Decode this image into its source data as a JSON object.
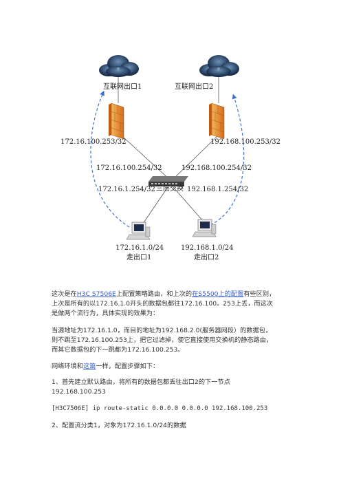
{
  "diagram": {
    "exit1_label": "互联网出口1",
    "exit2_label": "互联网出口2",
    "fw1_ip": "172.16.100.253/32",
    "fw2_ip": "192.168.100.253/32",
    "sw_up_left_ip": "172.16.100.254/32",
    "sw_up_right_ip": "192.168.100.254/32",
    "sw_down_left_ip": "172.16.1.254/32",
    "sw_down_right_ip": "192.168.1.254/32",
    "switch_label": "三层交换",
    "pc1_net": "172.16.1.0/24",
    "pc1_exit": "走出口1",
    "pc2_net": "192.168.1.0/24",
    "pc2_exit": "走出口2"
  },
  "article": {
    "p1_a": "这次是在",
    "p1_link1": "H3C S7506E",
    "p1_b": "上配置策略路由，和上次的",
    "p1_link2": "在S5500上的配置",
    "p1_c": "有些区别，",
    "p1_line2": "上次是所有的以172.16.1.0开头的数据包都往172.16.100。253上丢，而这次",
    "p1_line3": "是做两个流行为，具体实现的效果为：",
    "p2_line1": "当源地址为172.16.1.0，而目的地址为192.168.2.0(服务器网段）的数据包，",
    "p2_line2": "则不跳至172.16.100.253上，把它过滤掉，使它直接使用交换机的静态路由，",
    "p2_line3": "而其它数据包的下一跳都为172.16.100.253。",
    "p3_a": "网络环境和",
    "p3_link": "这篇",
    "p3_b": "一样，配置步骤如下：",
    "p4_line1": "1、首先建立默认路由，将所有的数据包都丢往出口2的下一节点",
    "p4_line2": "192.168.100.253",
    "cmd1": "[H3C7506E] ip route-static 0.0.0.0 0.0.0.0 192.168.100.253",
    "p5": "2、配置流分类1，对象为172.16.1.0/24的数据"
  }
}
